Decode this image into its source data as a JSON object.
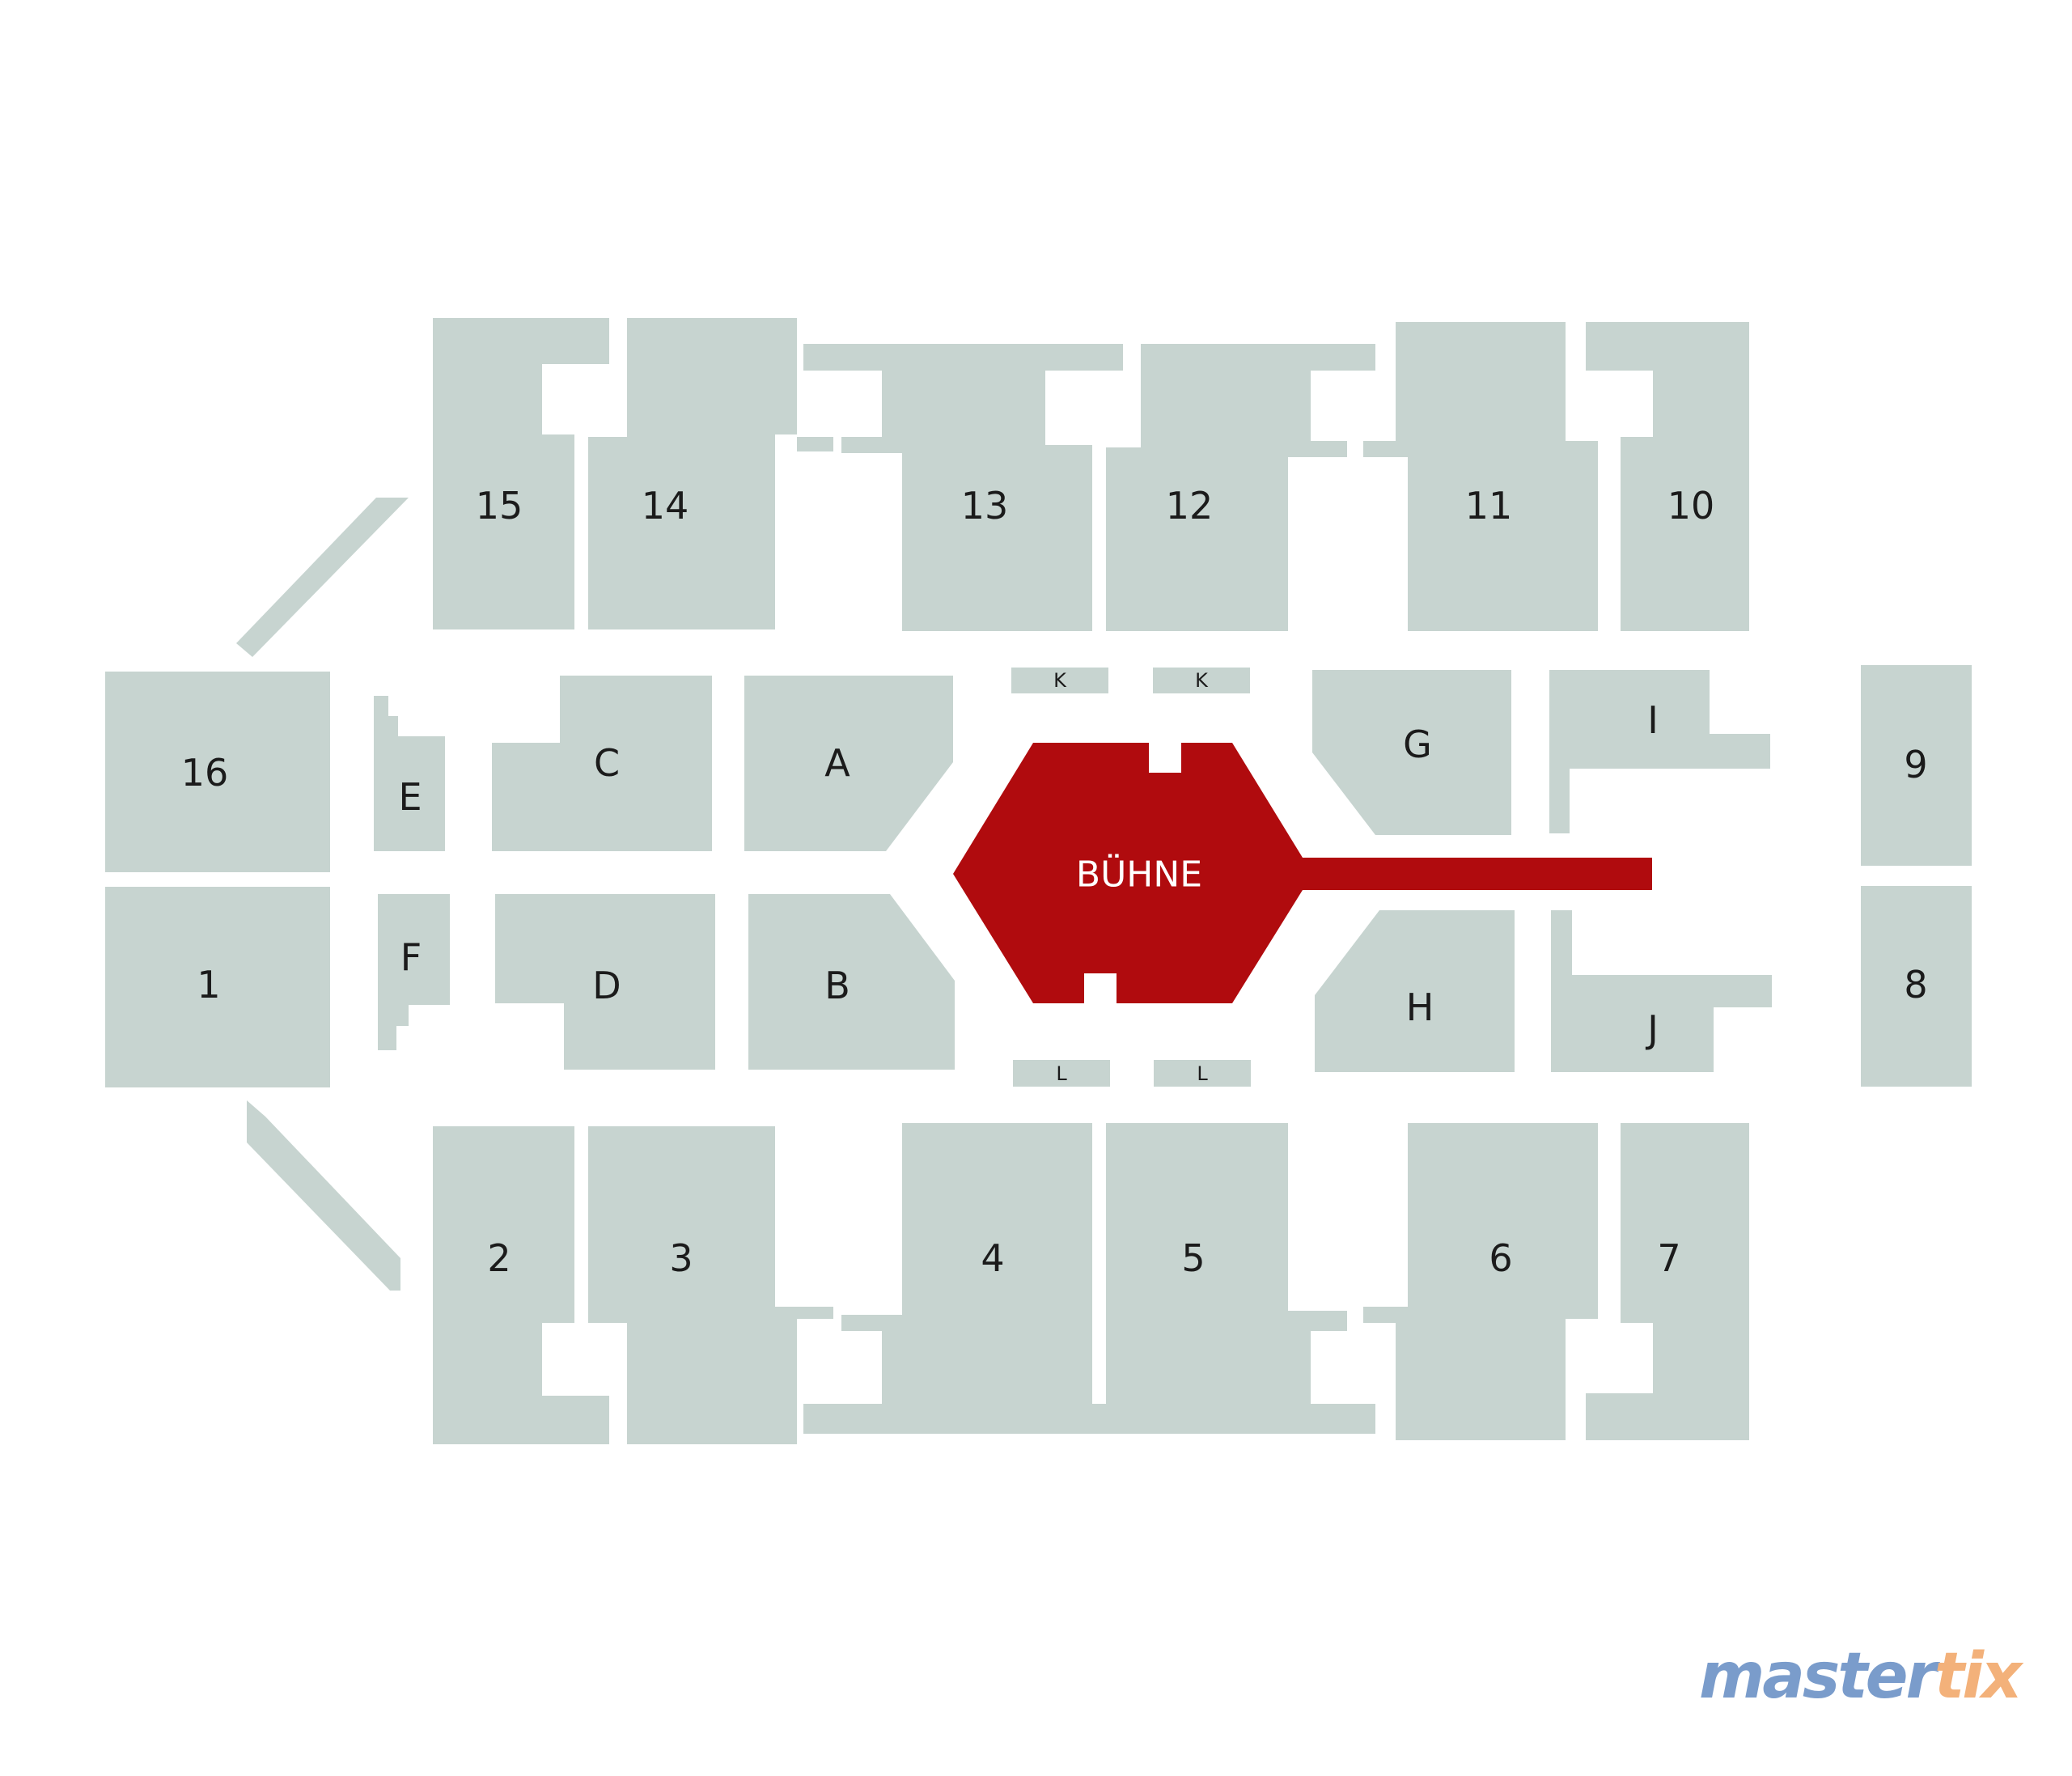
{
  "stage": {
    "label": "BÜHNE",
    "color": "#b00b0e"
  },
  "section_color": "#c7d4d0",
  "sections": {
    "s1": "1",
    "s2": "2",
    "s3": "3",
    "s4": "4",
    "s5": "5",
    "s6": "6",
    "s7": "7",
    "s8": "8",
    "s9": "9",
    "s10": "10",
    "s11": "11",
    "s12": "12",
    "s13": "13",
    "s14": "14",
    "s15": "15",
    "s16": "16",
    "A": "A",
    "B": "B",
    "C": "C",
    "D": "D",
    "E": "E",
    "F": "F",
    "G": "G",
    "H": "H",
    "I": "I",
    "J": "J",
    "K": "K",
    "L": "L"
  },
  "logo": {
    "part1": "master",
    "part2": "tix",
    "color1": "#7a9ccb",
    "color2": "#f3b17a"
  }
}
